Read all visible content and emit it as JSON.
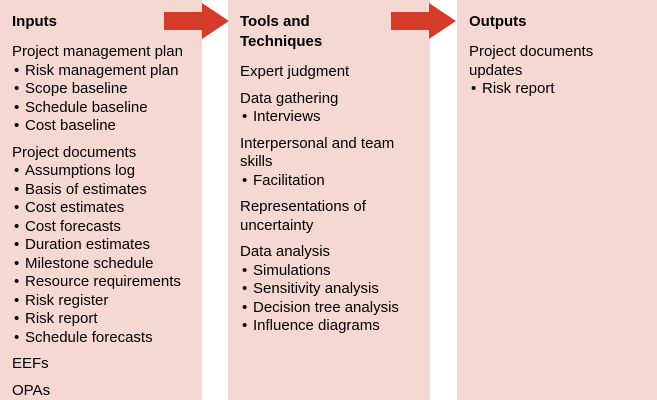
{
  "colors": {
    "page_bg": "#ffffff",
    "panel_bg": "#f6d8d2",
    "arrow": "#d43b28",
    "text": "#000000"
  },
  "columns": [
    {
      "heading": "Inputs",
      "groups": [
        {
          "label": "Project management plan",
          "bullets": [
            "Risk management plan",
            "Scope baseline",
            "Schedule baseline",
            "Cost baseline"
          ]
        },
        {
          "label": "Project documents",
          "bullets": [
            "Assumptions log",
            "Basis of estimates",
            "Cost estimates",
            "Cost forecasts",
            "Duration estimates",
            "Milestone schedule",
            "Resource requirements",
            "Risk register",
            "Risk report",
            "Schedule forecasts"
          ]
        },
        {
          "label": "EEFs",
          "bullets": []
        },
        {
          "label": "OPAs",
          "bullets": []
        }
      ]
    },
    {
      "heading": "Tools and Techniques",
      "groups": [
        {
          "label": "Expert judgment",
          "bullets": []
        },
        {
          "label": "Data gathering",
          "bullets": [
            "Interviews"
          ]
        },
        {
          "label": "Interpersonal and team skills",
          "bullets": [
            "Facilitation"
          ]
        },
        {
          "label": "Representations of uncertainty",
          "bullets": []
        },
        {
          "label": "Data analysis",
          "bullets": [
            "Simulations",
            "Sensitivity analysis",
            "Decision tree analysis",
            "Influence diagrams"
          ]
        }
      ]
    },
    {
      "heading": "Outputs",
      "groups": [
        {
          "label": "Project documents updates",
          "bullets": [
            "Risk report"
          ]
        }
      ]
    }
  ]
}
